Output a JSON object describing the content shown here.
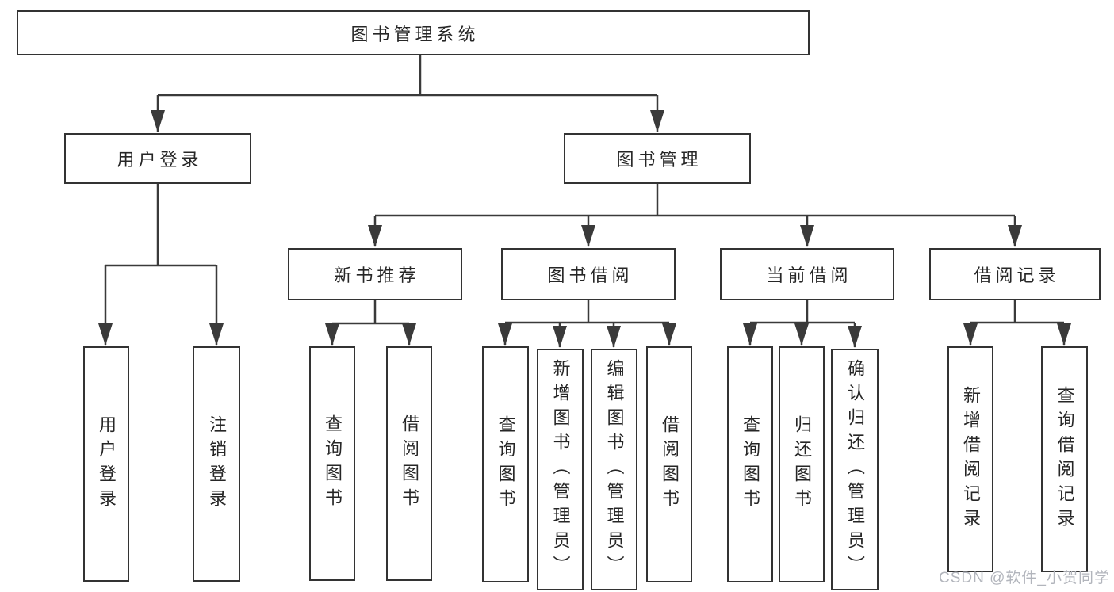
{
  "diagram": {
    "type": "function-structure-tree",
    "title": "图书管理系统",
    "tree": {
      "label": "图书管理系统",
      "children": [
        {
          "label": "用户登录",
          "children": [
            {
              "label": "用户登录"
            },
            {
              "label": "注销登录"
            }
          ]
        },
        {
          "label": "图书管理",
          "children": [
            {
              "label": "新书推荐",
              "children": [
                {
                  "label": "查询图书"
                },
                {
                  "label": "借阅图书"
                }
              ]
            },
            {
              "label": "图书借阅",
              "children": [
                {
                  "label": "查询图书"
                },
                {
                  "label": "新增图书（管理员）"
                },
                {
                  "label": "编辑图书（管理员）"
                },
                {
                  "label": "借阅图书"
                }
              ]
            },
            {
              "label": "当前借阅",
              "children": [
                {
                  "label": "查询图书"
                },
                {
                  "label": "归还图书"
                },
                {
                  "label": "确认归还（管理员）"
                }
              ]
            },
            {
              "label": "借阅记录",
              "children": [
                {
                  "label": "新增借阅记录"
                },
                {
                  "label": "查询借阅记录"
                }
              ]
            }
          ]
        }
      ]
    }
  },
  "labels": {
    "root": "图书管理系统",
    "user_login": "用户登录",
    "book_mgmt": "图书管理",
    "new_rec": "新书推荐",
    "book_borrow": "图书借阅",
    "current_borrow": "当前借阅",
    "borrow_records": "借阅记录",
    "leaf_user_login": "用户登录",
    "leaf_logout": "注销登录",
    "leaf_query_book_1": "查询图书",
    "leaf_borrow_book_1": "借阅图书",
    "leaf_query_book_2": "查询图书",
    "leaf_add_book_admin": "新增图书（管理员）",
    "leaf_edit_book_admin": "编辑图书（管理员）",
    "leaf_borrow_book_2": "借阅图书",
    "leaf_query_book_3": "查询图书",
    "leaf_return_book": "归还图书",
    "leaf_confirm_return_admin": "确认归还（管理员）",
    "leaf_add_borrow_record": "新增借阅记录",
    "leaf_query_borrow_record": "查询借阅记录"
  },
  "watermark": "CSDN @软件_小贺同学",
  "colors": {
    "background": "#ffffff",
    "box_border": "#333333",
    "connector_line": "#3a3a3a",
    "text": "#262626",
    "watermark_text": "#b2b5bc"
  }
}
